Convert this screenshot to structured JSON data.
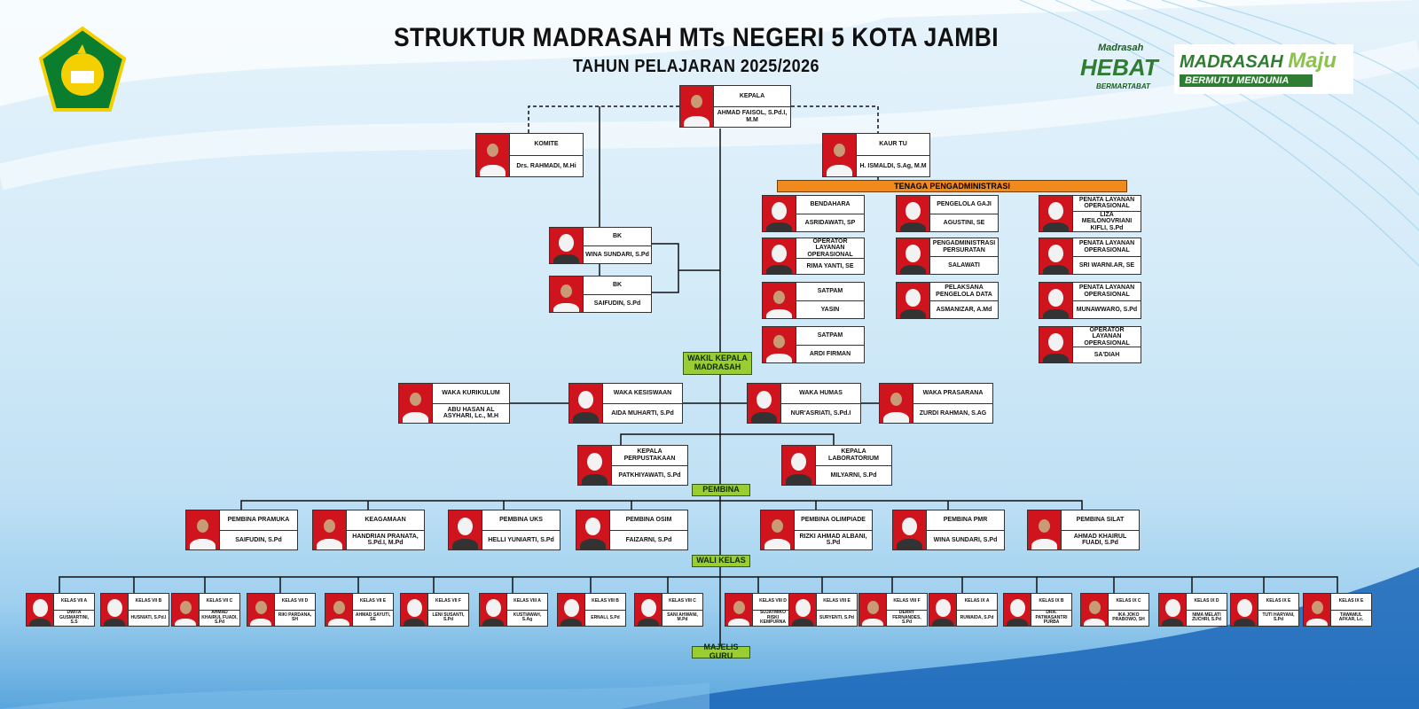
{
  "header": {
    "title": "STRUKTUR MADRASAH MTs NEGERI 5 KOTA JAMBI",
    "subtitle": "TAHUN PELAJARAN 2025/2026",
    "logo_left": "KEMENTERIAN AGAMA",
    "logo_hebat": [
      "Madrasah",
      "HEBAT",
      "BERMARTABAT"
    ],
    "logo_maju": [
      "MADRASAH",
      "Maju",
      "BERMUTU MENDUNIA"
    ]
  },
  "labels": {
    "tenaga": "TENAGA PENGADMINISTRASI",
    "wakil": "WAKIL KEPALA MADRASAH",
    "pembina": "PEMBINA",
    "wali": "WALI KELAS",
    "majelis": "MAJELIS GURU"
  },
  "colors": {
    "photo_bg": "#d0141d",
    "label_green": "#9acd32",
    "label_orange": "#f08a1c"
  },
  "cards": [
    {
      "id": "kepala",
      "role": "KEPALA",
      "name": "AHMAD FAISOL, S.Pd.I, M.M",
      "g": "m"
    },
    {
      "id": "komite",
      "role": "KOMITE",
      "name": "Drs. RAHMADI, M.Hi",
      "g": "m"
    },
    {
      "id": "kaur-tu",
      "role": "KAUR TU",
      "name": "H. ISMALDI, S.Ag, M.M",
      "g": "m"
    },
    {
      "id": "bendahara",
      "role": "BENDAHARA",
      "name": "ASRIDAWATI, SP",
      "g": "f"
    },
    {
      "id": "pengelola-gaji",
      "role": "PENGELOLA GAJI",
      "name": "AGUSTINI, SE",
      "g": "f"
    },
    {
      "id": "penata-1",
      "role": "PENATA LAYANAN OPERASIONAL",
      "name": "LIZA MEILONOVRIANI KIFLI, S.Pd",
      "g": "f"
    },
    {
      "id": "operator-1",
      "role": "OPERATOR LAYANAN OPERASIONAL",
      "name": "RIMA YANTI, SE",
      "g": "f"
    },
    {
      "id": "persuratan",
      "role": "PENGADMINISTRASI PERSURATAN",
      "name": "SALAWATI",
      "g": "f"
    },
    {
      "id": "penata-2",
      "role": "PENATA LAYANAN OPERASIONAL",
      "name": "SRI WARNI.AR, SE",
      "g": "f"
    },
    {
      "id": "satpam-1",
      "role": "SATPAM",
      "name": "YASIN",
      "g": "m"
    },
    {
      "id": "pengelola-data",
      "role": "PELAKSANA PENGELOLA DATA",
      "name": "ASMANIZAR, A.Md",
      "g": "f"
    },
    {
      "id": "penata-3",
      "role": "PENATA LAYANAN OPERASIONAL",
      "name": "MUNAWWARO, S.Pd",
      "g": "f"
    },
    {
      "id": "satpam-2",
      "role": "SATPAM",
      "name": "ARDI FIRMAN",
      "g": "m"
    },
    {
      "id": "operator-2",
      "role": "OPERATOR LAYANAN OPERASIONAL",
      "name": "SA'DIAH",
      "g": "f"
    },
    {
      "id": "bk-1",
      "role": "BK",
      "name": "WINA SUNDARI, S.Pd",
      "g": "f"
    },
    {
      "id": "bk-2",
      "role": "BK",
      "name": "SAIFUDIN, S.Pd",
      "g": "m"
    },
    {
      "id": "waka-kurikulum",
      "role": "WAKA KURIKULUM",
      "name": "ABU HASAN AL ASYHARI, Lc., M.H",
      "g": "m"
    },
    {
      "id": "waka-kesiswaan",
      "role": "WAKA KESISWAAN",
      "name": "AIDA MUHARTI, S.Pd",
      "g": "f"
    },
    {
      "id": "waka-humas",
      "role": "WAKA HUMAS",
      "name": "NUR'ASRIATI, S.Pd.I",
      "g": "f"
    },
    {
      "id": "waka-prasarana",
      "role": "WAKA PRASARANA",
      "name": "ZURDI RAHMAN, S.AG",
      "g": "m"
    },
    {
      "id": "kepala-perpustakaan",
      "role": "KEPALA PERPUSTAKAAN",
      "name": "PATKHIYAWATI, S.Pd",
      "g": "f"
    },
    {
      "id": "kepala-lab",
      "role": "KEPALA LABORATORIUM",
      "name": "MILYARNI, S.Pd",
      "g": "f"
    },
    {
      "id": "pembina-pramuka",
      "role": "PEMBINA PRAMUKA",
      "name": "SAIFUDIN, S.Pd",
      "g": "m"
    },
    {
      "id": "keagamaan",
      "role": "KEAGAMAAN",
      "name": "HANDRIAN PRANATA, S.Pd.I, M.Pd",
      "g": "m"
    },
    {
      "id": "pembina-uks",
      "role": "PEMBINA UKS",
      "name": "HELLI YUNIARTI, S.Pd",
      "g": "f"
    },
    {
      "id": "pembina-osim",
      "role": "PEMBINA OSIM",
      "name": "FAIZARNI, S.Pd",
      "g": "f"
    },
    {
      "id": "pembina-olimpiade",
      "role": "PEMBINA OLIMPIADE",
      "name": "RIZKI AHMAD ALBANI, S.Pd",
      "g": "m"
    },
    {
      "id": "pembina-pmr",
      "role": "PEMBINA PMR",
      "name": "WINA SUNDARI, S.Pd",
      "g": "f"
    },
    {
      "id": "pembina-silat",
      "role": "PEMBINA SILAT",
      "name": "AHMAD KHAIRUL FUADI, S.Pd",
      "g": "m"
    },
    {
      "id": "kelas-7a",
      "role": "KELAS VII A",
      "name": "DWITA GUSMARTINI, S.S",
      "g": "f"
    },
    {
      "id": "kelas-7b",
      "role": "KELAS VII B",
      "name": "HUSNIATI, S.Pd.I",
      "g": "f"
    },
    {
      "id": "kelas-7c",
      "role": "KELAS VII C",
      "name": "AHMAD KHAIRUL FUADI, S.Pd",
      "g": "m"
    },
    {
      "id": "kelas-7d",
      "role": "KELAS VII D",
      "name": "RIKI PARDANA, SH",
      "g": "m"
    },
    {
      "id": "kelas-7e",
      "role": "KELAS VII E",
      "name": "AHMAD SAYUTI, SE",
      "g": "m"
    },
    {
      "id": "kelas-7f",
      "role": "KELAS VII F",
      "name": "LENI SUSANTI, S.Pd",
      "g": "f"
    },
    {
      "id": "kelas-8a",
      "role": "KELAS VIII A",
      "name": "KUSTIAWAH, S.Ag",
      "g": "f"
    },
    {
      "id": "kelas-8b",
      "role": "KELAS VIII B",
      "name": "ERNALI, S.Pd",
      "g": "f"
    },
    {
      "id": "kelas-8c",
      "role": "KELAS VIII C",
      "name": "SANI AHWANI, M.Pd",
      "g": "f"
    },
    {
      "id": "kelas-8d",
      "role": "KELAS VIII D",
      "name": "SUJATMIKO RISKI KEMPURNA",
      "g": "m"
    },
    {
      "id": "kelas-8e",
      "role": "KELAS VIII E",
      "name": "SURYENTI, S.Pd",
      "g": "f"
    },
    {
      "id": "kelas-8f",
      "role": "KELAS VIII F",
      "name": "DERRY FERNANDES, S.Pd",
      "g": "m"
    },
    {
      "id": "kelas-9a",
      "role": "KELAS IX A",
      "name": "RUWAIDA, S.Pd",
      "g": "f"
    },
    {
      "id": "kelas-9b",
      "role": "KELAS IX B",
      "name": "DRA. PATWASANTRI PURBA",
      "g": "f"
    },
    {
      "id": "kelas-9c",
      "role": "KELAS IX C",
      "name": "IKA JOKO PRABOWO, SH",
      "g": "m"
    },
    {
      "id": "kelas-9d",
      "role": "KELAS IX D",
      "name": "NIMA MELATI ZUCHRI, S.Pd",
      "g": "f"
    },
    {
      "id": "kelas-9e",
      "role": "KELAS IX E",
      "name": "TUTI HARYANI, S.Pd",
      "g": "f"
    },
    {
      "id": "kelas-9e-2",
      "role": "KELAS IX E",
      "name": "TAWAMUL AFKAR, Lc.",
      "g": "m"
    }
  ]
}
